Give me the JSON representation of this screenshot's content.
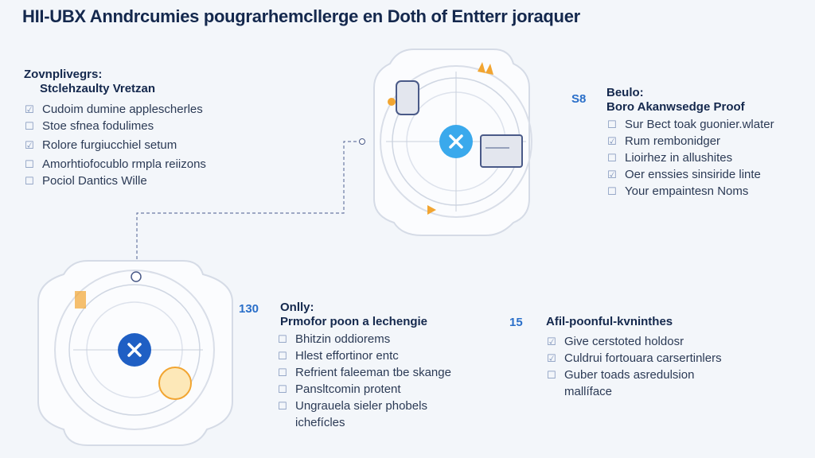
{
  "title": "HII-UBX Anndrcumies pougrarhemcllerge en Doth of Entterr joraquer",
  "colors": {
    "accent": "#2a6fc9",
    "cyan": "#3aa9ec",
    "orange": "#f2a531",
    "navy": "#14284d"
  },
  "left_block": {
    "heading1": "Zovnplivegrs:",
    "heading2": "Stclehzaulty Vretzan",
    "items": [
      "Cudoim dumine applescherles",
      "Stoe sfnea fodulimes",
      "Rolore furgiucchiel setum",
      "Amorhtiofocublo rmpla reiizons",
      "Pociol Dantics Wille"
    ]
  },
  "right_top_block": {
    "number": "S8",
    "heading1": "Beulo:",
    "heading2": "Boro Akanwsedge Proof",
    "items": [
      "Sur Bect toak guonier.wlater",
      "Rum rembonidger",
      "Lioirhez in allushites",
      "Oer enssies sinsiride linte",
      "Your empaintesn Noms"
    ]
  },
  "mid_block": {
    "number": "130",
    "heading1": "Onlly:",
    "heading2": "Prmofor poon a lechengie",
    "items": [
      "Bhitzin oddiorems",
      "Hlest effortinor entc",
      "Refrient faleeman tbe skange",
      "Pansltcomin protent",
      "Ungrauela sieler phobels ichefícles"
    ]
  },
  "right_bottom_block": {
    "number": "15",
    "heading": "Afil-poonful-kvninthes",
    "items": [
      "Give cerstoted holdosr",
      "Culdrui fortouara carsertinlers",
      "Guber toads asredulsion mallíface"
    ]
  }
}
